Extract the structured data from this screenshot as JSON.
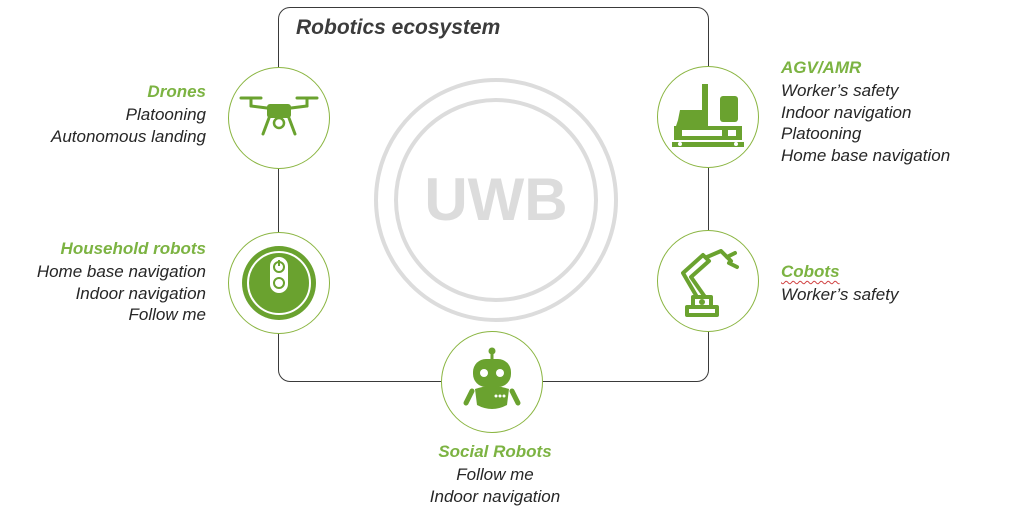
{
  "title": "Robotics ecosystem",
  "center_logo": "UWB",
  "colors": {
    "accent": "#7cb342",
    "icon": "#6aa22f",
    "frame": "#3a3a3a",
    "logo": "#dcdcdc"
  },
  "nodes": {
    "drones": {
      "title": "Drones",
      "icon": "drone-icon",
      "items": [
        "Platooning",
        "Autonomous landing"
      ]
    },
    "household": {
      "title": "Household robots",
      "icon": "robot-vacuum-icon",
      "items": [
        "Home base navigation",
        "Indoor navigation",
        "Follow me"
      ]
    },
    "social": {
      "title": "Social Robots",
      "icon": "social-robot-icon",
      "items": [
        "Follow me",
        "Indoor navigation"
      ]
    },
    "agv": {
      "title": "AGV/AMR",
      "icon": "agv-icon",
      "items": [
        "Worker’s safety",
        "Indoor navigation",
        "Platooning",
        "Home base navigation"
      ]
    },
    "cobots": {
      "title": "Cobots",
      "icon": "robotic-arm-icon",
      "items": [
        "Worker’s safety"
      ]
    }
  }
}
